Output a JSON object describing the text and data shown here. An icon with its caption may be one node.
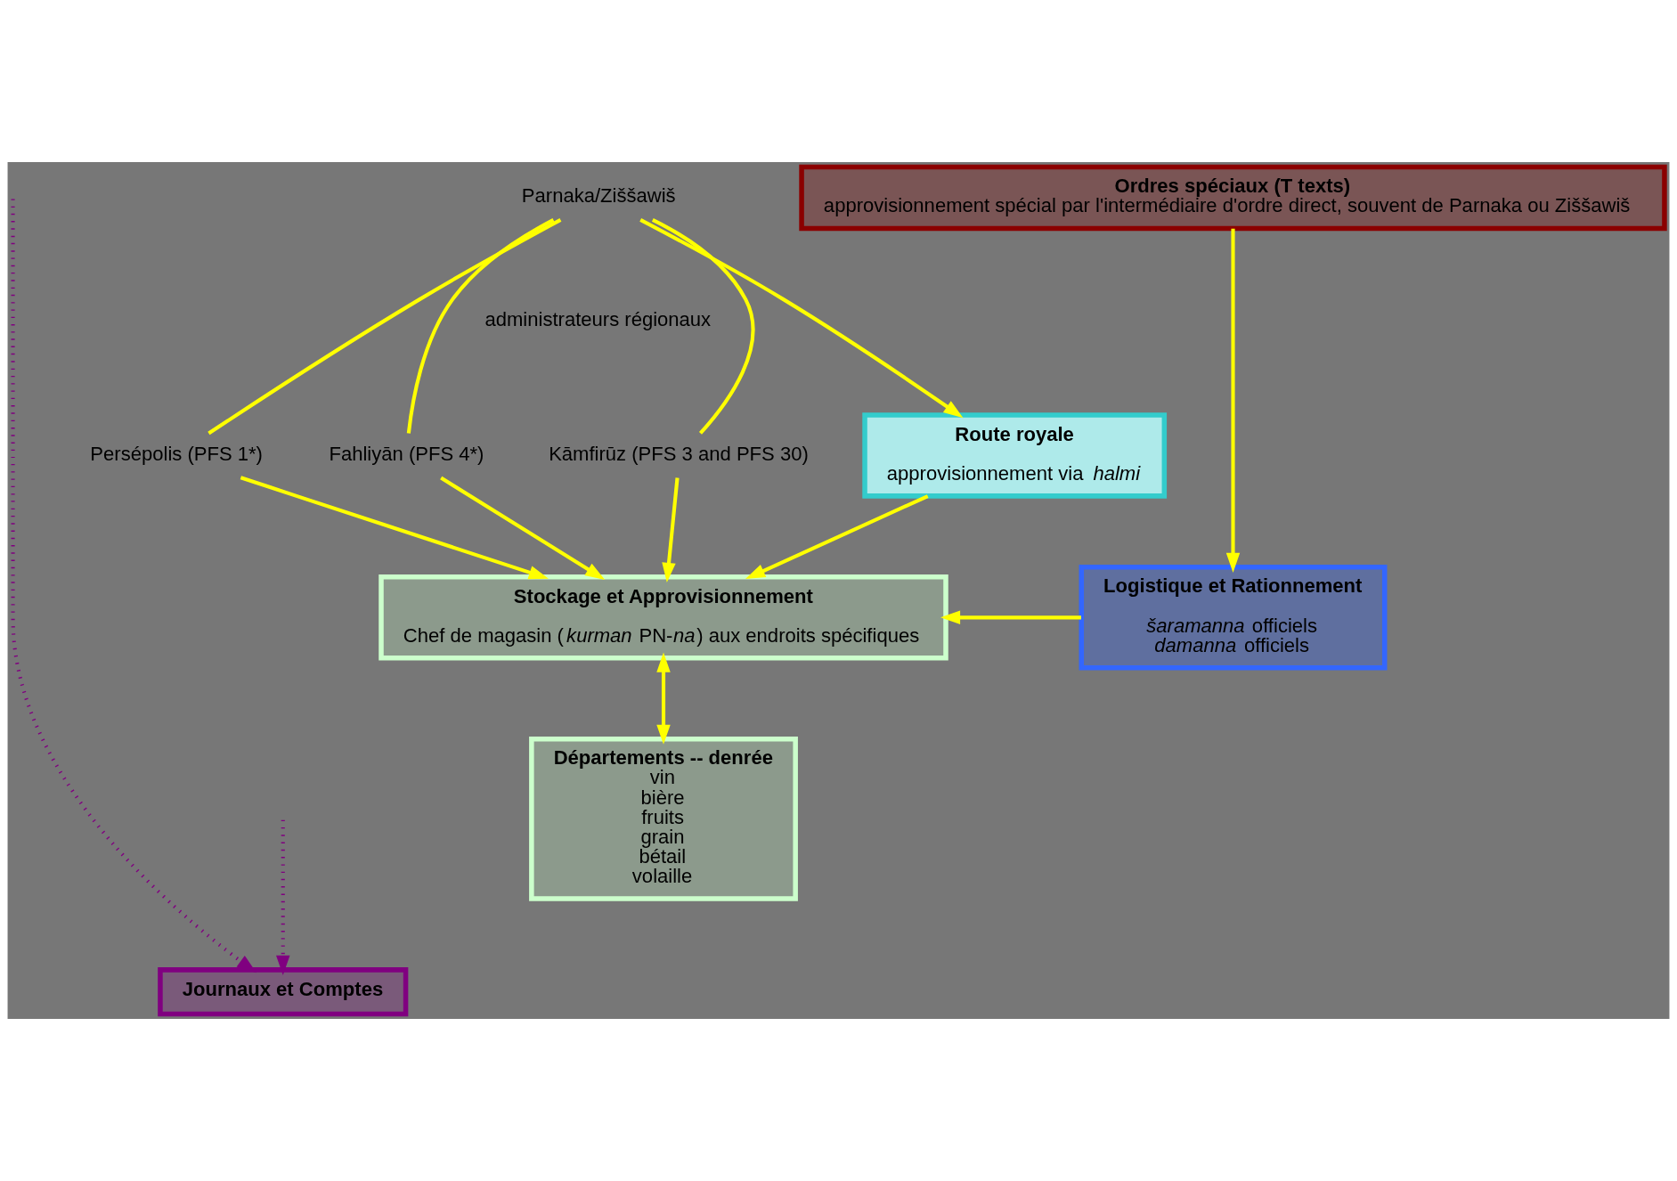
{
  "diagram": {
    "nodes": [
      {
        "text": [
          "Parnaka/Ziššawiš"
        ]
      },
      {
        "text": [
          "Persépolis (PFS 1*)"
        ]
      },
      {
        "text": [
          "Kāmfirūz (PFS 3 and PFS 30)"
        ]
      },
      {
        "text": [
          "Fahliyān (PFS 4*)"
        ]
      },
      {
        "text": [
          "Ordres spéciaux (T texts)",
          "approvisionnement spécial par l'intermédiaire d'ordre direct, souvent de Parnaka ou Ziššawiš"
        ]
      },
      {
        "text": [
          "Route royale",
          "approvisionnement via *halmi*"
        ]
      },
      {
        "text": [
          "Stockage et Approvisionnement",
          "Chef de magasin (*kurman* PN-*na*) aux endroits spécifiques"
        ]
      },
      {
        "text": [
          "Logistique et Rationnement",
          "*šaramanna* officiels",
          "*damanna* officiels"
        ]
      },
      {
        "text": [
          "Départements -- denrée",
          "vin",
          "bière",
          "fruits",
          "grain",
          "bétail",
          "volaille"
        ]
      },
      {
        "text": [
          "Journaux et Comptes"
        ]
      }
    ],
    "edges": [
      {
        "from": 0,
        "to": 1,
        "arrow": "none"
      },
      {
        "from": 0,
        "to": 2,
        "arrow": "none"
      },
      {
        "from": 0,
        "to": 3,
        "arrow": "none"
      },
      {
        "from": 0,
        "to": 5,
        "arrow": "to"
      },
      {
        "from": 1,
        "to": 6,
        "arrow": "to"
      },
      {
        "from": 2,
        "to": 6,
        "arrow": "to"
      },
      {
        "from": 3,
        "to": 6,
        "arrow": "to"
      },
      {
        "from": 5,
        "to": 6,
        "arrow": "to"
      },
      {
        "from": 4,
        "to": 7,
        "arrow": "to"
      },
      {
        "from": 7,
        "to": 6,
        "arrow": "to"
      },
      {
        "from": 6,
        "to": 8,
        "arrow": "both"
      },
      {
        "from": null,
        "to": 9,
        "arrow": "to",
        "style": "dashed",
        "color": "#800080"
      },
      {
        "from": null,
        "to": 9,
        "arrow": "to",
        "style": "dashed",
        "color": "#800080"
      }
    ],
    "labels": [
      "administrateurs régionaux"
    ]
  }
}
